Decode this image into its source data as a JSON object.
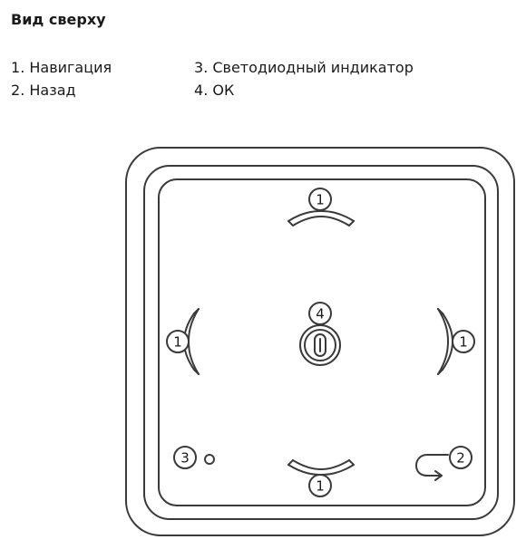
{
  "title": "Вид сверху",
  "legend": [
    {
      "num": "1",
      "label": "Навигация"
    },
    {
      "num": "2",
      "label": "Назад"
    },
    {
      "num": "3",
      "label": "Светодиодный индикатор"
    },
    {
      "num": "4",
      "label": "ОК"
    }
  ],
  "callouts": {
    "nav_top": "1",
    "nav_left": "1",
    "nav_right": "1",
    "nav_bottom": "1",
    "back": "2",
    "led": "3",
    "ok": "4"
  },
  "colors": {
    "line": "#3a3a3a"
  }
}
